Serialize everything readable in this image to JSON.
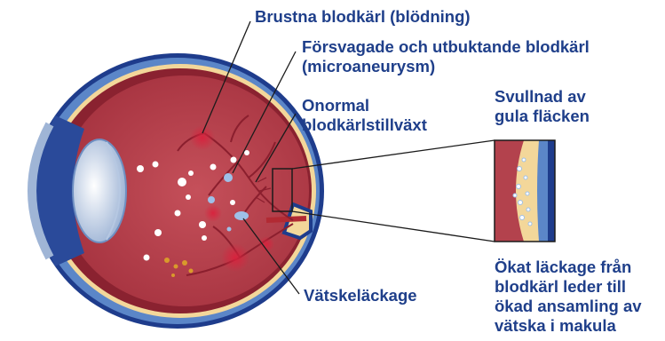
{
  "labels": {
    "hemorrhage": [
      "Brustna blodkärl (blödning)"
    ],
    "microaneurysm": [
      "Försvagade och utbuktande blodkärl",
      "(microaneurysm)"
    ],
    "growth": [
      "Onormal",
      "blodkärlstillväxt"
    ],
    "macula_swelling": [
      "Svullnad av",
      "gula fläcken"
    ],
    "leakage": [
      "Vätskeläckage"
    ],
    "leakage_note": [
      "Ökat läckage från",
      "blodkärl leder till",
      "ökad ansamling av",
      "vätska i makula"
    ]
  },
  "colors": {
    "label_text": "#1f3f8a",
    "sclera_outer": "#1e3c8c",
    "sclera_blue": "#5b86c8",
    "retina_red": "#a8313c",
    "retina_dark": "#8a2230",
    "yellow_layer": "#f3d79a",
    "fundus": "#b3424d",
    "exudate": "#ffffff",
    "lens": "#cfdcec",
    "leader_line": "#1b1b1b"
  }
}
